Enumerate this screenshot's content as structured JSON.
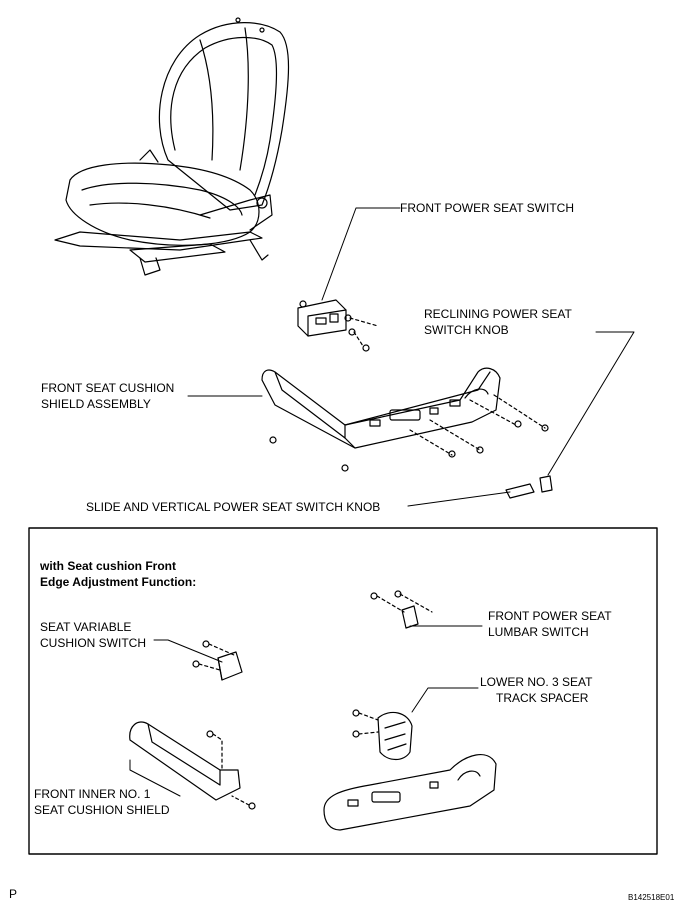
{
  "labels": {
    "front_power_seat_switch": "FRONT POWER SEAT SWITCH",
    "reclining_knob_line1": "RECLINING POWER SEAT",
    "reclining_knob_line2": "SWITCH KNOB",
    "cushion_shield_line1": "FRONT SEAT CUSHION",
    "cushion_shield_line2": "SHIELD ASSEMBLY",
    "slide_vertical_knob": "SLIDE AND VERTICAL POWER SEAT SWITCH KNOB"
  },
  "inset": {
    "heading_line1": "with Seat cushion Front",
    "heading_line2": "Edge Adjustment Function:",
    "variable_cushion_line1": "SEAT VARIABLE",
    "variable_cushion_line2": "CUSHION SWITCH",
    "lumbar_line1": "FRONT POWER SEAT",
    "lumbar_line2": "LUMBAR SWITCH",
    "spacer_line1": "LOWER NO. 3 SEAT",
    "spacer_line2": "TRACK SPACER",
    "inner_shield_line1": "FRONT INNER NO. 1",
    "inner_shield_line2": "SEAT CUSHION SHIELD"
  },
  "footer": {
    "left_mark": "P",
    "figure_code": "B142518E01"
  }
}
